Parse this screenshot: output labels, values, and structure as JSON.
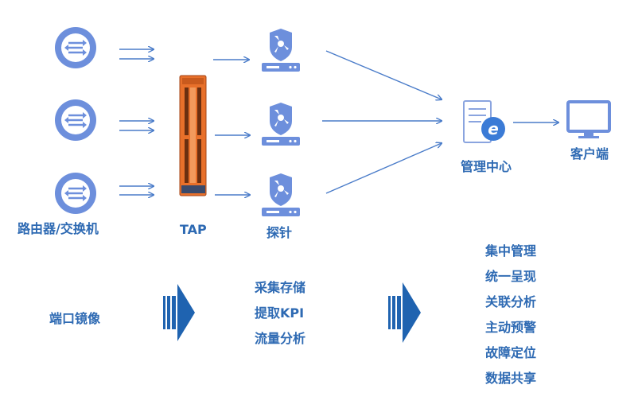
{
  "labels": {
    "router_switch": "路由器/交换机",
    "tap": "TAP",
    "probe": "探针",
    "management_center": "管理中心",
    "client": "客户端",
    "port_mirror": "端口镜像"
  },
  "probe_functions": [
    "采集存储",
    "提取KPI",
    "流量分析"
  ],
  "center_functions": [
    "集中管理",
    "统一呈现",
    "关联分析",
    "主动预警",
    "故障定位",
    "数据共享"
  ],
  "colors": {
    "primary_blue": "#2e6ab3",
    "icon_blue": "#6d8fdc",
    "tap_orange": "#e8702a",
    "arrow_blue": "#1f63b0"
  },
  "icons": [
    "router-switch-icon",
    "tap-device-icon",
    "probe-shield-icon",
    "management-server-icon",
    "client-monitor-icon",
    "process-arrow-icon"
  ]
}
